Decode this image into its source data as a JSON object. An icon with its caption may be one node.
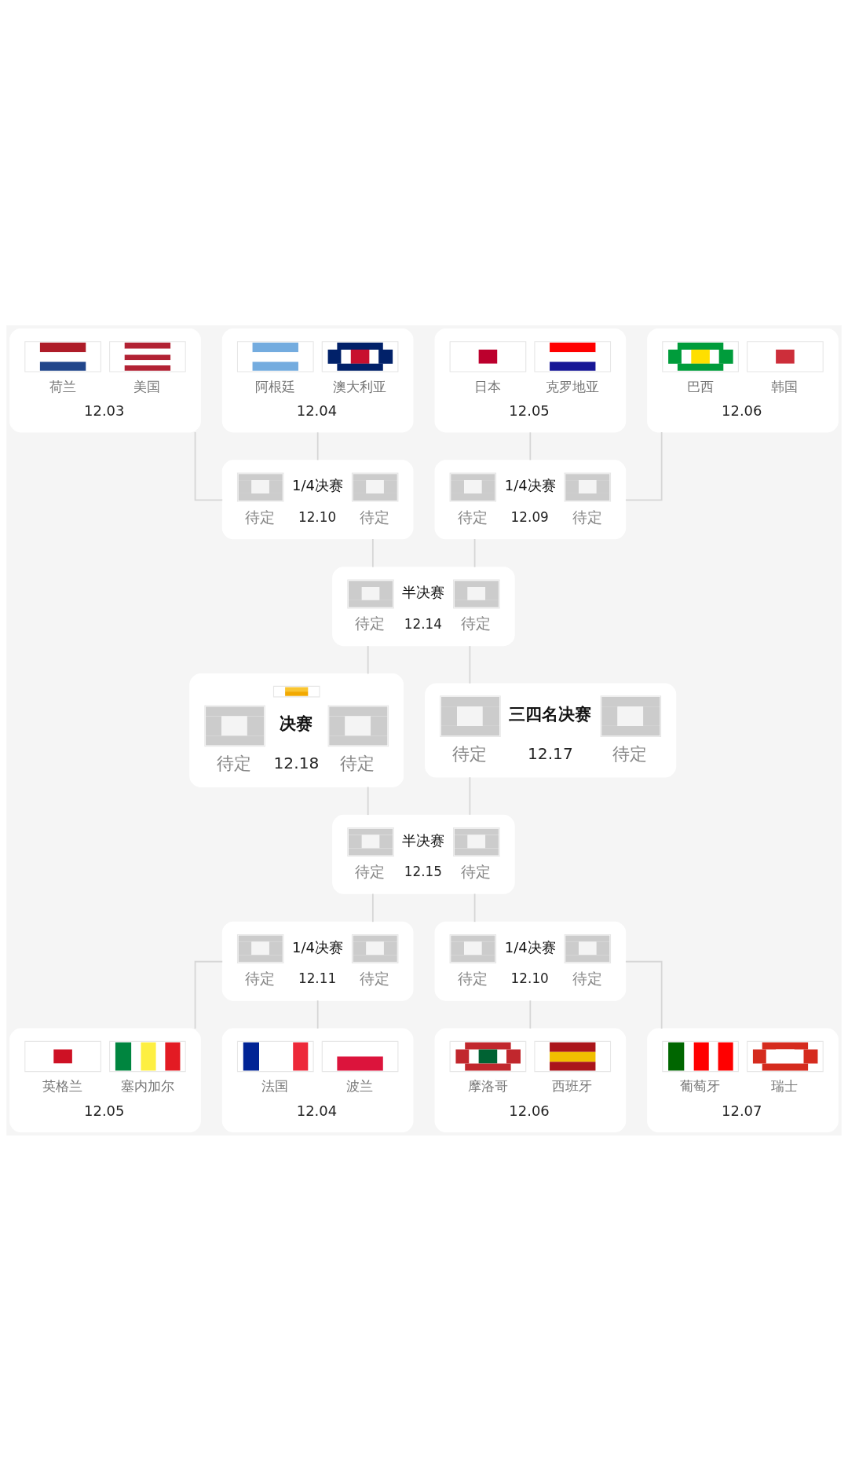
{
  "diagram": {
    "nodes": [
      {
        "text": [
          "荷兰",
          "美国",
          "12.03"
        ]
      },
      {
        "text": [
          "阿根廷",
          "澳大利亚",
          "12.04"
        ]
      },
      {
        "text": [
          "日本",
          "克罗地亚",
          "12.05"
        ]
      },
      {
        "text": [
          "巴西",
          "韩国",
          "12.06"
        ]
      },
      {
        "text": [
          "1/4决赛",
          "待定",
          "12.10",
          "待定"
        ]
      },
      {
        "text": [
          "1/4决赛",
          "待定",
          "12.09",
          "待定"
        ]
      },
      {
        "text": [
          "半决赛",
          "待定",
          "12.14",
          "待定"
        ]
      },
      {
        "text": [
          "决赛",
          "待定",
          "12.18",
          "待定"
        ]
      },
      {
        "text": [
          "三四名决赛",
          "待定",
          "12.17",
          "待定"
        ]
      },
      {
        "text": [
          "半决赛",
          "待定",
          "12.15",
          "待定"
        ]
      },
      {
        "text": [
          "1/4决赛",
          "待定",
          "12.11",
          "待定"
        ]
      },
      {
        "text": [
          "1/4决赛",
          "待定",
          "12.10",
          "待定"
        ]
      },
      {
        "text": [
          "英格兰",
          "塞内加尔",
          "12.05"
        ]
      },
      {
        "text": [
          "法国",
          "波兰",
          "12.04"
        ]
      },
      {
        "text": [
          "摩洛哥",
          "西班牙",
          "12.06"
        ]
      },
      {
        "text": [
          "葡萄牙",
          "瑞士",
          "12.07"
        ]
      }
    ],
    "edges": [
      {
        "from": 0,
        "to": 4,
        "arrow": "none"
      },
      {
        "from": 1,
        "to": 4,
        "arrow": "none"
      },
      {
        "from": 2,
        "to": 5,
        "arrow": "none"
      },
      {
        "from": 3,
        "to": 5,
        "arrow": "none"
      },
      {
        "from": 4,
        "to": 6,
        "arrow": "none"
      },
      {
        "from": 5,
        "to": 6,
        "arrow": "none"
      },
      {
        "from": 6,
        "to": 7,
        "arrow": "none"
      },
      {
        "from": 6,
        "to": 8,
        "arrow": "none"
      },
      {
        "from": 7,
        "to": 9,
        "arrow": "none"
      },
      {
        "from": 8,
        "to": 9,
        "arrow": "none"
      },
      {
        "from": 9,
        "to": 10,
        "arrow": "none"
      },
      {
        "from": 9,
        "to": 11,
        "arrow": "none"
      },
      {
        "from": 10,
        "to": 12,
        "arrow": "none"
      },
      {
        "from": 10,
        "to": 13,
        "arrow": "none"
      },
      {
        "from": 11,
        "to": 14,
        "arrow": "none"
      },
      {
        "from": 11,
        "to": 15,
        "arrow": "none"
      }
    ]
  }
}
